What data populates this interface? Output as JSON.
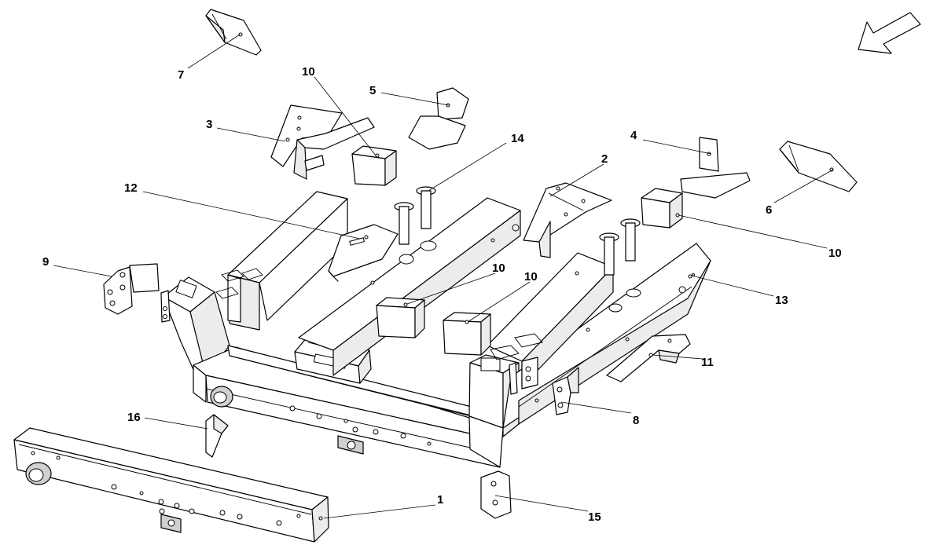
{
  "diagram": {
    "callouts": [
      {
        "id": "c1",
        "text": "1"
      },
      {
        "id": "c2",
        "text": "2"
      },
      {
        "id": "c3",
        "text": "3"
      },
      {
        "id": "c4",
        "text": "4"
      },
      {
        "id": "c5",
        "text": "5"
      },
      {
        "id": "c6",
        "text": "6"
      },
      {
        "id": "c7",
        "text": "7"
      },
      {
        "id": "c8",
        "text": "8"
      },
      {
        "id": "c9",
        "text": "9"
      },
      {
        "id": "c10a",
        "text": "10"
      },
      {
        "id": "c10b",
        "text": "10"
      },
      {
        "id": "c10c",
        "text": "10"
      },
      {
        "id": "c10d",
        "text": "10"
      },
      {
        "id": "c11",
        "text": "11"
      },
      {
        "id": "c12",
        "text": "12"
      },
      {
        "id": "c13",
        "text": "13"
      },
      {
        "id": "c14",
        "text": "14"
      },
      {
        "id": "c15",
        "text": "15"
      },
      {
        "id": "c16",
        "text": "16"
      }
    ],
    "direction_arrow": "orientation-arrow"
  }
}
